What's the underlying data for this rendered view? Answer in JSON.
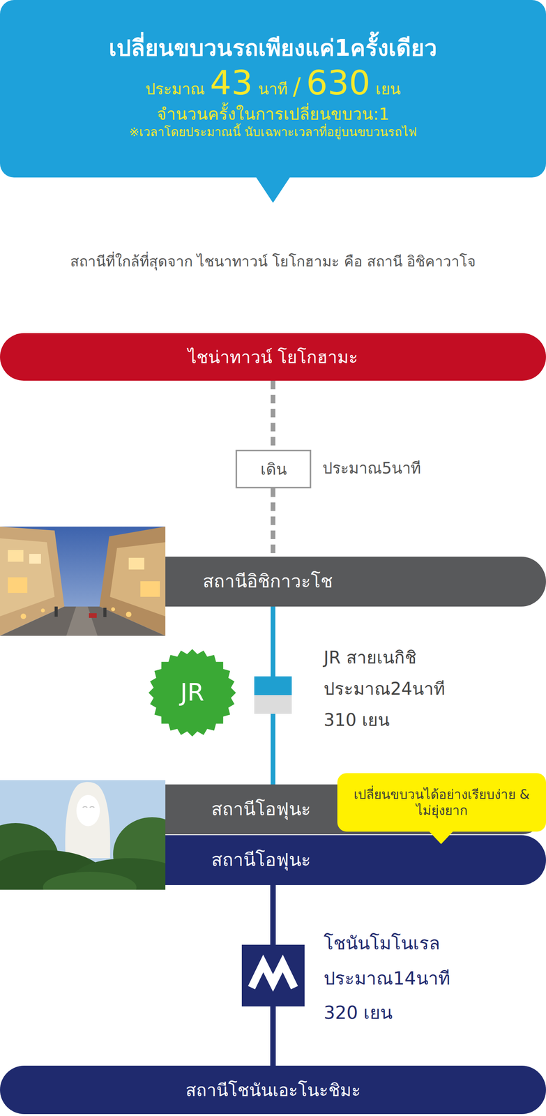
{
  "diagram": {
    "nodes": [
      {
        "text": [
          "เปลี่ยนขบวนรถเพียงแค่1ครั้งเดียว",
          "ประมาณ",
          "43",
          "นาที",
          "/",
          "630",
          "เยน",
          "จำนวนครั้งในการเปลี่ยนขบวน:1",
          "※เวลาโดยประมาณนี้ นับเฉพาะเวลาที่อยู่บนขบวนรถไฟ"
        ]
      },
      {
        "text": [
          "ไชน่าทาวน์ โยโกฮามะ"
        ]
      },
      {
        "text": [
          "เดิน"
        ]
      },
      {
        "text": [
          "สถานีอิชิกาวะโช"
        ]
      },
      {
        "text": [
          "สถานีโอฟุนะ"
        ]
      },
      {
        "text": [
          "เปลี่ยนขบวนได้อย่างเรียบง่าย & ไม่ยุ่งยาก"
        ]
      },
      {
        "text": [
          "สถานีโอฟุนะ"
        ]
      },
      {
        "text": [
          "สถานีโชนันเอะโนะชิมะ"
        ]
      }
    ],
    "edges": [
      {
        "from": 1,
        "to": 2,
        "arrow": "none"
      },
      {
        "from": 2,
        "to": 3,
        "arrow": "none"
      },
      {
        "from": 3,
        "to": 4,
        "arrow": "none"
      },
      {
        "from": 6,
        "to": 7,
        "arrow": "none"
      }
    ],
    "labels": [
      "สถานีที่ใกล้ที่สุดจาก ไชนาทาวน์ โยโกฮามะ คือ สถานี อิชิคาวาโจ",
      "ประมาณ5นาที",
      "JR",
      "JR สายเนกิชิ",
      "ประมาณ24นาที",
      "310 เยน",
      "โชนันโมโนเรล",
      "ประมาณ14นาที",
      "320 เยน"
    ]
  }
}
